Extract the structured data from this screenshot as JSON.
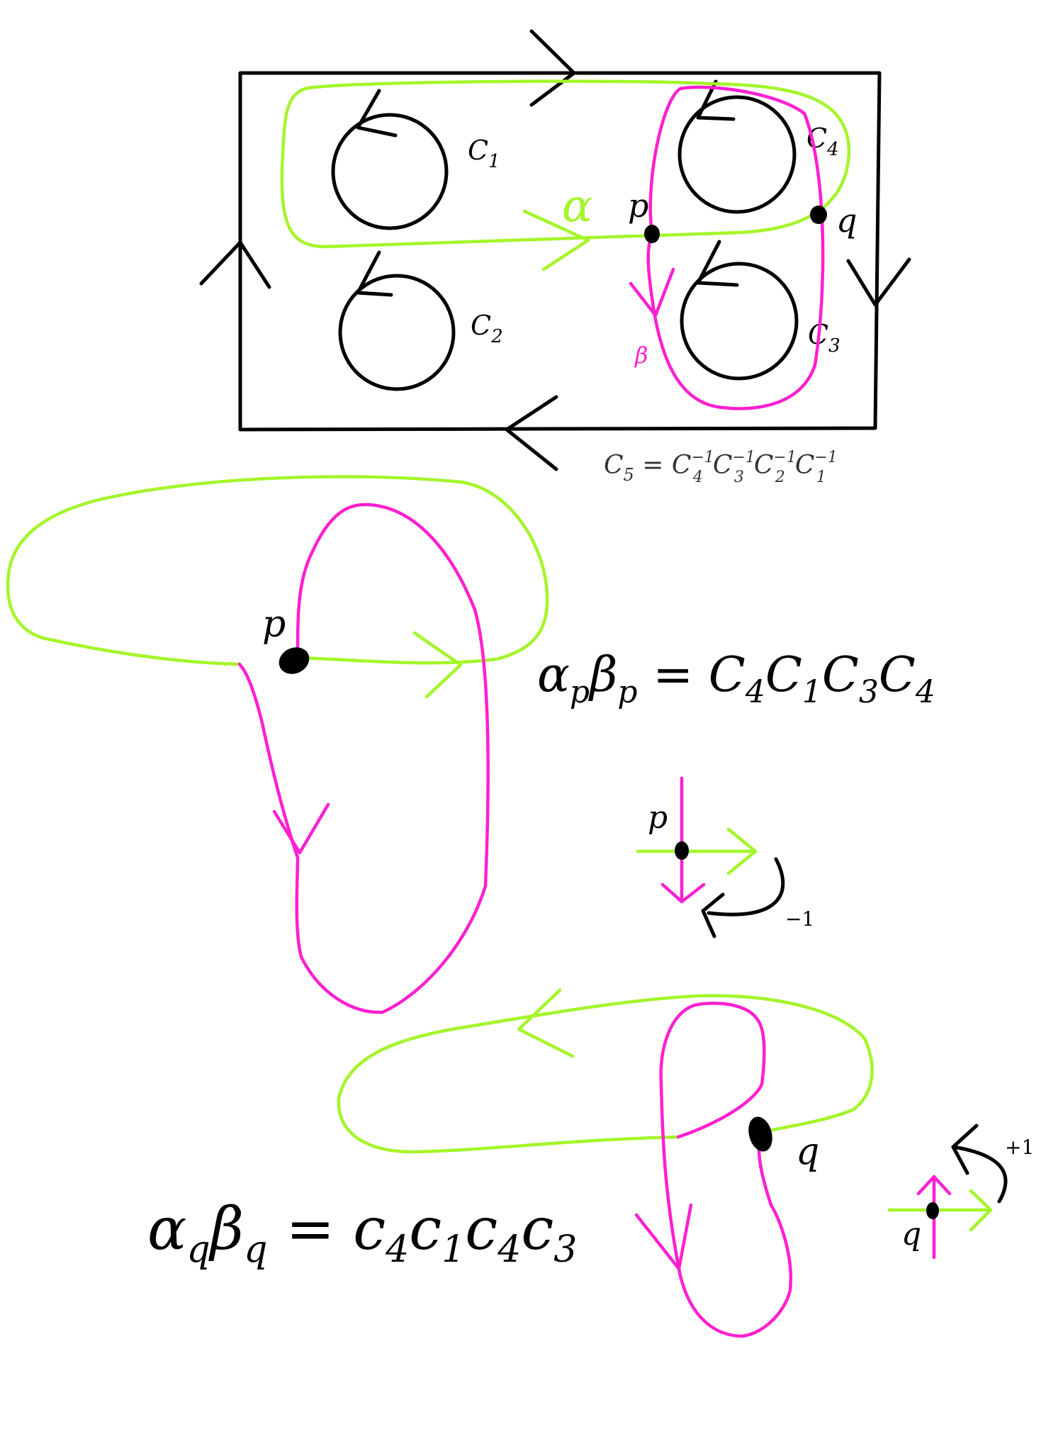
{
  "colors": {
    "ink": "#000000",
    "alpha_curve": "#a4f52a",
    "beta_curve": "#ff1fd1",
    "background": "#ffffff"
  },
  "top_diagram": {
    "circles": [
      {
        "label": "C",
        "sub": "1"
      },
      {
        "label": "C",
        "sub": "2"
      },
      {
        "label": "C",
        "sub": "3"
      },
      {
        "label": "C",
        "sub": "4"
      }
    ],
    "alpha_label": "α",
    "beta_label": "β",
    "point_p": "p",
    "point_q": "q",
    "relation": {
      "lhs": "C",
      "lhs_sub": "5",
      "eq": " = ",
      "terms": [
        {
          "base": "C",
          "sup": "−1",
          "sub": "4"
        },
        {
          "base": "C",
          "sup": "−1",
          "sub": "3"
        },
        {
          "base": "C",
          "sup": "−1",
          "sub": "2"
        },
        {
          "base": "C",
          "sup": "−1",
          "sub": "1"
        }
      ]
    }
  },
  "p_diagram": {
    "point_label": "p",
    "equation": {
      "lhs": [
        {
          "base": "α",
          "sub": "p"
        },
        {
          "base": "β",
          "sub": "p"
        }
      ],
      "eq": " = ",
      "rhs": [
        {
          "base": "C",
          "sub": "4"
        },
        {
          "base": "C",
          "sub": "1"
        },
        {
          "base": "C",
          "sub": "3"
        },
        {
          "base": "C",
          "sub": "4"
        }
      ]
    },
    "orientation": {
      "point_label": "p",
      "sign": "−1"
    }
  },
  "q_diagram": {
    "point_label": "q",
    "equation": {
      "lhs": [
        {
          "base": "α",
          "sub": "q"
        },
        {
          "base": "β",
          "sub": "q"
        }
      ],
      "eq": " = ",
      "rhs": [
        {
          "base": "c",
          "sub": "4"
        },
        {
          "base": "c",
          "sub": "1"
        },
        {
          "base": "c",
          "sub": "4"
        },
        {
          "base": "c",
          "sub": "3"
        }
      ]
    },
    "orientation": {
      "point_label": "q",
      "sign": "+1"
    }
  }
}
